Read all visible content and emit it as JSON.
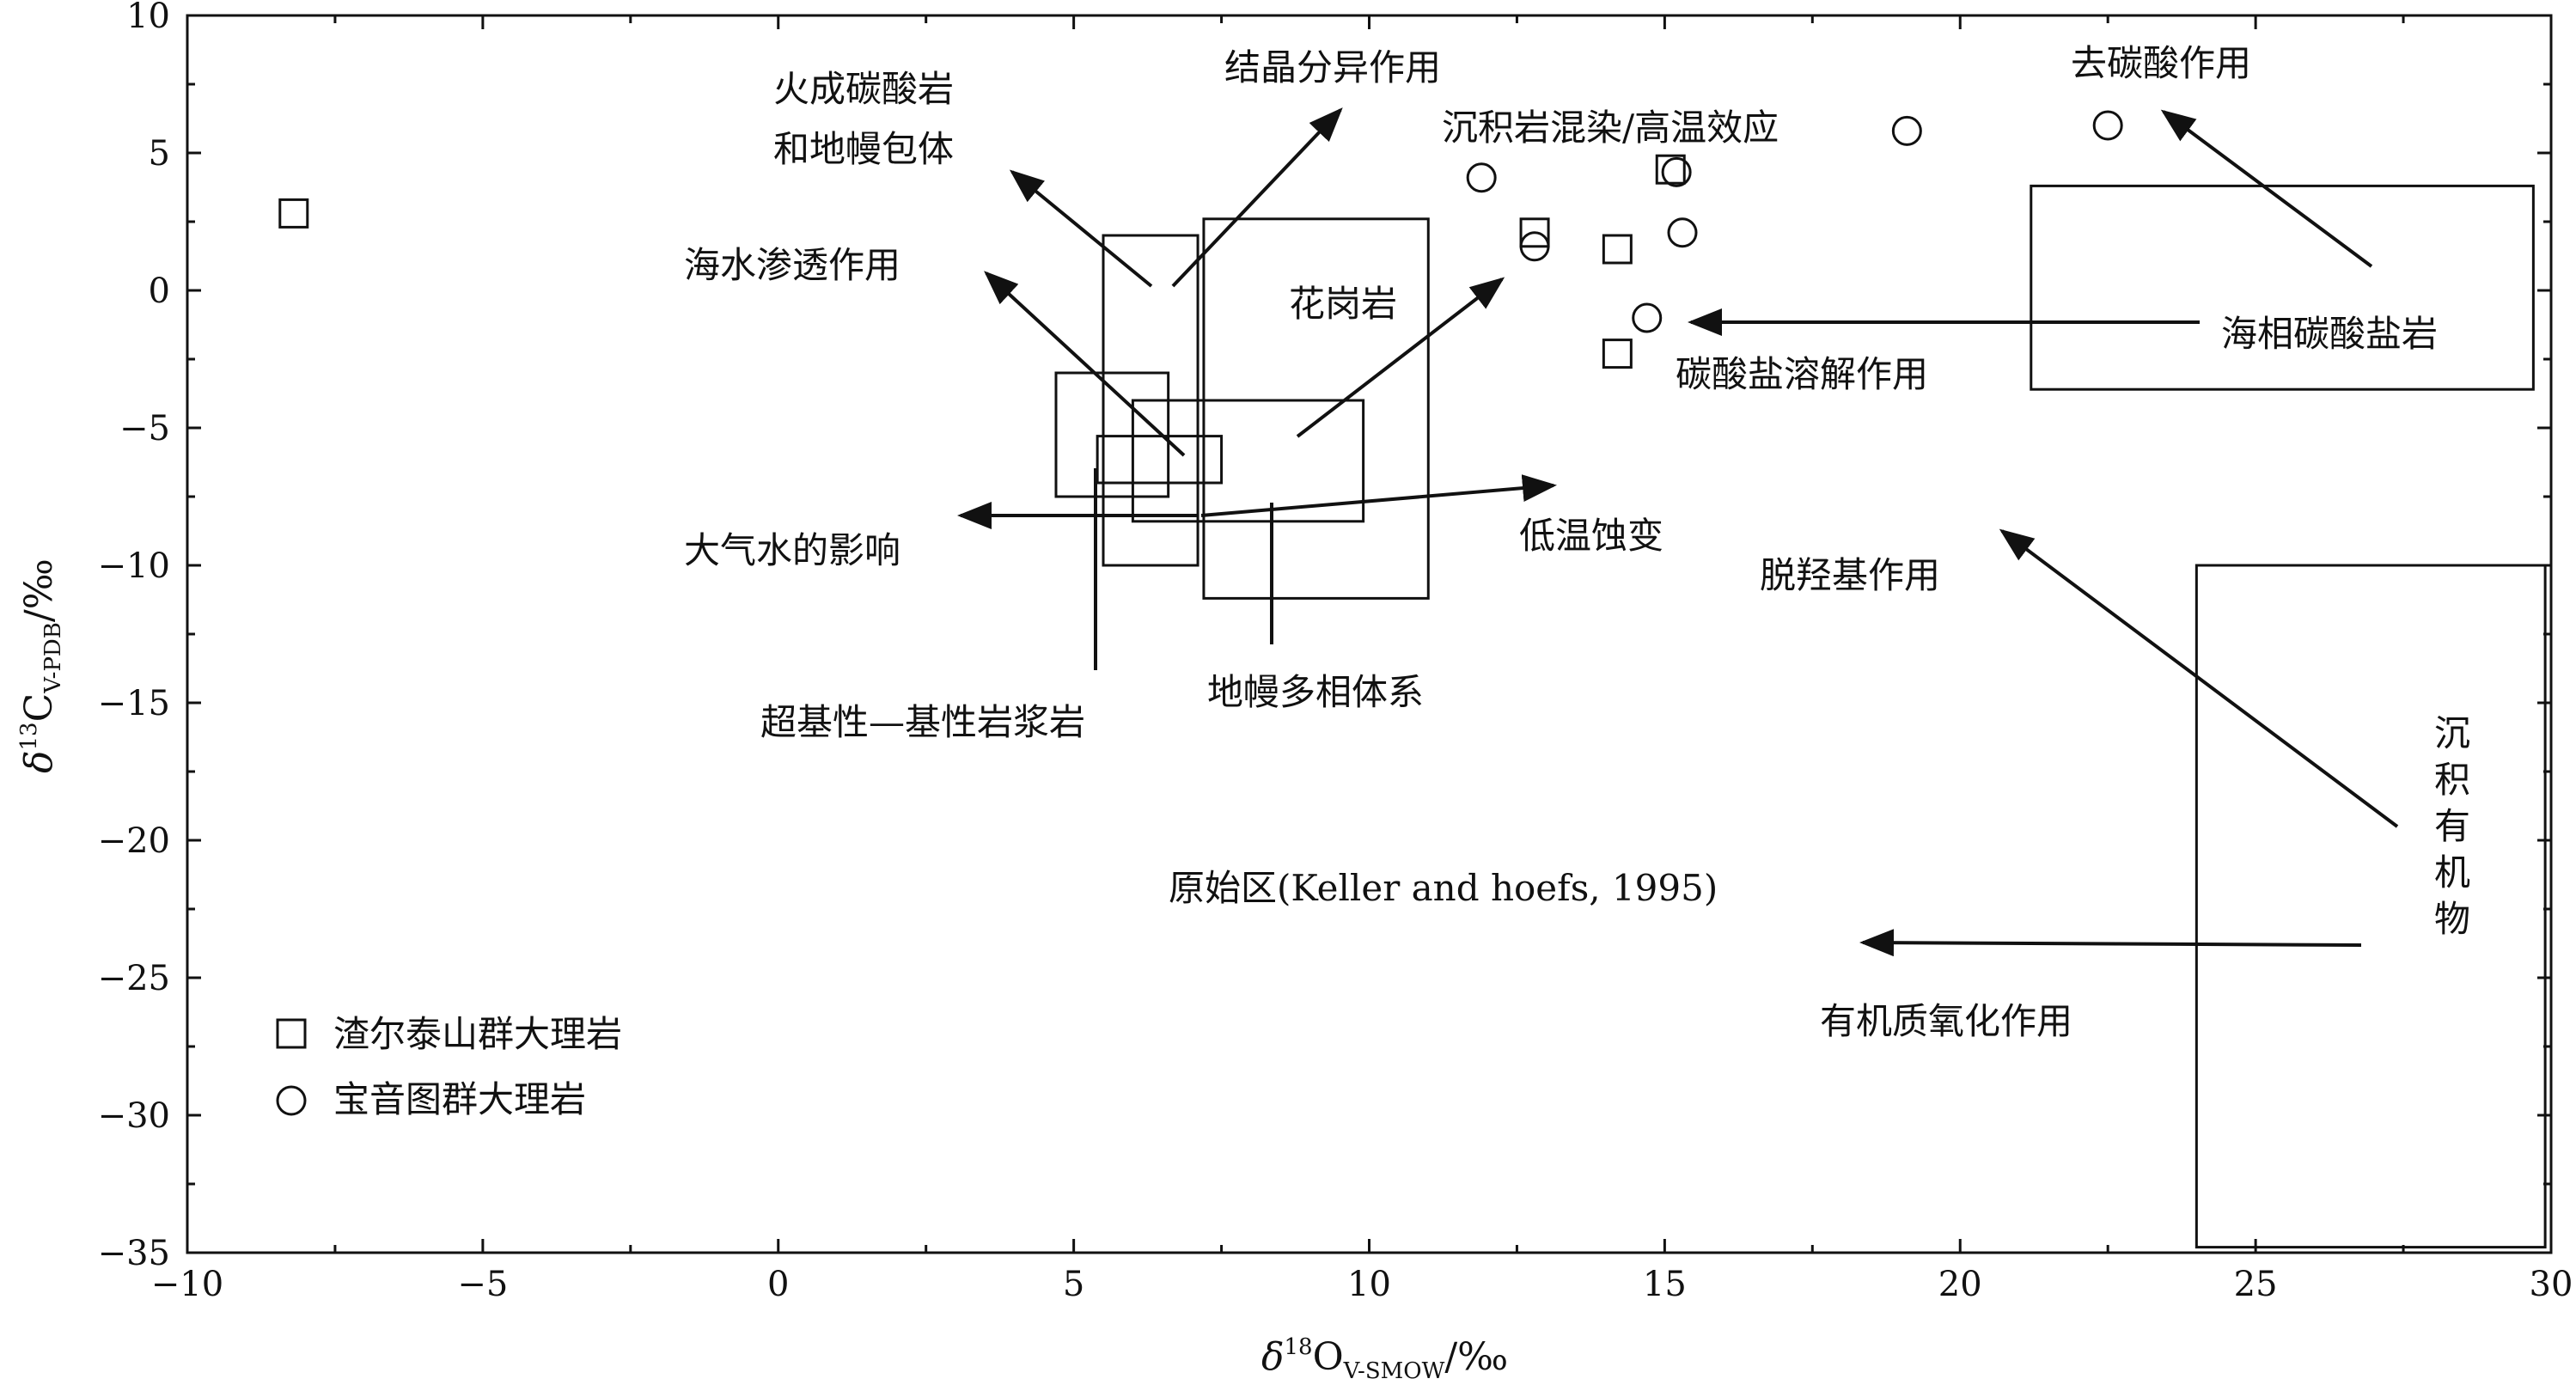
{
  "chart_data": {
    "type": "scatter",
    "xlim": [
      -10,
      30
    ],
    "ylim": [
      -35,
      10
    ],
    "x_ticks": [
      "−10",
      "−5",
      "0",
      "5",
      "10",
      "15",
      "20",
      "25",
      "30"
    ],
    "y_ticks": [
      "10",
      "5",
      "0",
      "−5",
      "−10",
      "−15",
      "−20",
      "−25",
      "−30",
      "−35"
    ],
    "x_tick_values": [
      -10,
      -5,
      0,
      5,
      10,
      15,
      20,
      25,
      30
    ],
    "y_tick_values": [
      10,
      5,
      0,
      -5,
      -10,
      -15,
      -20,
      -25,
      -30,
      -35
    ],
    "xlabel": {
      "delta": "δ",
      "sup": "18",
      "main": "O",
      "sub": "V-SMOW",
      "unit": "/‰"
    },
    "ylabel": {
      "delta": "δ",
      "sup": "13",
      "main": "C",
      "sub": "V-PDB",
      "unit": "/‰"
    },
    "grid": false,
    "legend_position": "bottom-left",
    "series": [
      {
        "name": "渣尔泰山群大理岩",
        "marker": "square",
        "points": [
          [
            -8.2,
            2.8
          ],
          [
            12.8,
            2.1
          ],
          [
            14.2,
            1.5
          ],
          [
            14.2,
            -2.3
          ],
          [
            15.1,
            4.4
          ]
        ]
      },
      {
        "name": "宝音图群大理岩",
        "marker": "circle",
        "points": [
          [
            11.9,
            4.1
          ],
          [
            12.8,
            1.6
          ],
          [
            15.2,
            4.3
          ],
          [
            15.3,
            2.1
          ],
          [
            14.7,
            -1.0
          ],
          [
            19.1,
            5.8
          ],
          [
            22.5,
            6.0
          ]
        ]
      }
    ],
    "regions": [
      {
        "label": "火成碳酸岩和地幔包体",
        "x1": 5.5,
        "x2": 7.1,
        "y1": -10,
        "y2": 2
      },
      {
        "label": "花岗岩",
        "x1": 7.2,
        "x2": 11,
        "y1": -11.2,
        "y2": 2.6
      },
      {
        "label": "大气水的影响",
        "x1": 4.7,
        "x2": 6.6,
        "y1": -7.5,
        "y2": -3
      },
      {
        "label": "地幔多相体系",
        "x1": 6.0,
        "x2": 9.9,
        "y1": -8.4,
        "y2": -4
      },
      {
        "label": "超基性—基性岩浆岩",
        "x1": 5.4,
        "x2": 7.5,
        "y1": -7.0,
        "y2": -5.3
      },
      {
        "label": "海相碳酸盐岩",
        "x1": 21.2,
        "x2": 29.7,
        "y1": -3.6,
        "y2": 3.8
      },
      {
        "label": "沉积有机物",
        "x1": 24,
        "x2": 29.9,
        "y1": -34.8,
        "y2": -10
      }
    ],
    "annotations": {
      "crystal": "结晶分异作用",
      "igneous1": "火成碳酸岩",
      "igneous2": "和地幔包体",
      "seawater": "海水渗透作用",
      "granite": "花岗岩",
      "sediment_mix": "沉积岩混染/高温效应",
      "decarb": "去碳酸作用",
      "marine": "海相碳酸盐岩",
      "dissolution": "碳酸盐溶解作用",
      "meteoric": "大气水的影响",
      "low_temp": "低温蚀变",
      "dehydroxyl": "脱羟基作用",
      "ultrabasic": "超基性—基性岩浆岩",
      "mantle": "地幔多相体系",
      "primitive": "原始区(Keller and hoefs, 1995)",
      "organic_box": [
        "沉",
        "积",
        "有",
        "机",
        "物"
      ],
      "organic_ox": "有机质氧化作用"
    }
  }
}
